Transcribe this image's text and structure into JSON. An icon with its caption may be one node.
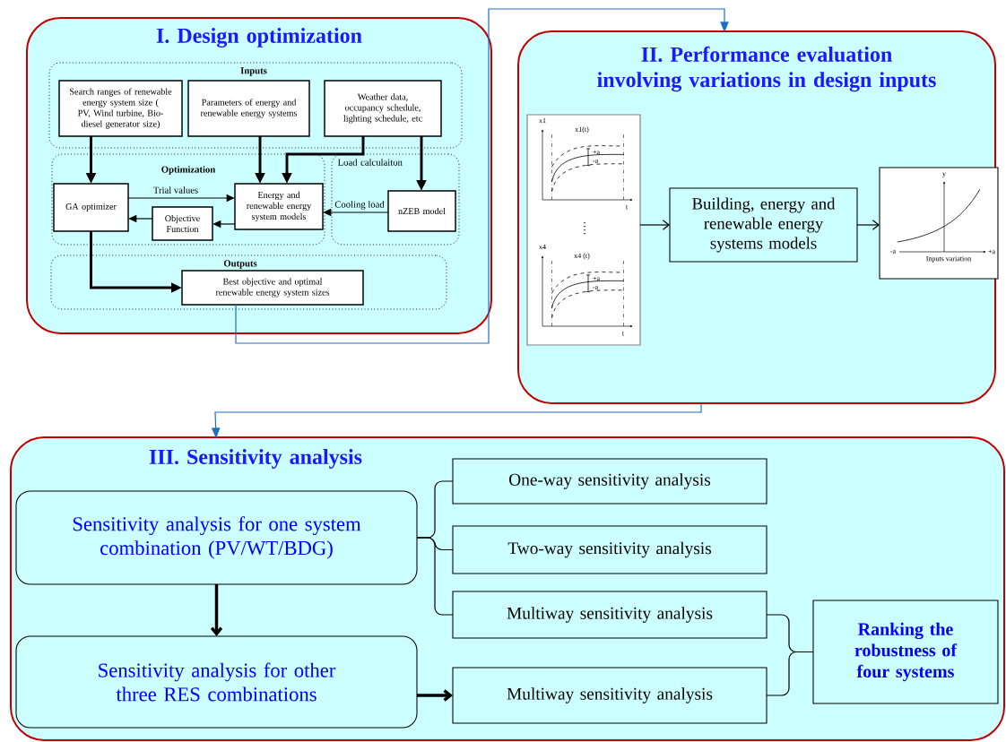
{
  "diagram": {
    "nodes": [
      {
        "text": [
          "I. Design optimization"
        ]
      },
      {
        "text": [
          "Inputs"
        ],
        "in": 0
      },
      {
        "text": [
          "Search ranges of renewable energy system size ( PV, Wind turbine, Bio-diesel generator size)"
        ],
        "in": 1
      },
      {
        "text": [
          "Parameters of energy and renewable energy systems"
        ],
        "in": 1
      },
      {
        "text": [
          "Weather data, occupancy schedule, lighting schedule, etc"
        ],
        "in": 1
      },
      {
        "text": [
          "Optimization"
        ],
        "in": 0
      },
      {
        "text": [
          "GA optimizer"
        ],
        "in": 5
      },
      {
        "text": [
          "Objective Function"
        ],
        "in": 5
      },
      {
        "text": [
          "Energy and renewable energy system models"
        ],
        "in": 5
      },
      {
        "text": [
          "Load calculaiton"
        ],
        "in": 0
      },
      {
        "text": [
          "nZEB model"
        ],
        "in": 9
      },
      {
        "text": [
          "Outputs"
        ],
        "in": 0
      },
      {
        "text": [
          "Best objective and optimal renewable energy system sizes"
        ],
        "in": 11
      },
      {
        "text": [
          "II. Performance evaluation involving variations in design inputs"
        ]
      },
      {
        "text": [],
        "shape": "picture",
        "in": 13
      },
      {
        "text": [
          "Building, energy and renewable energy systems models"
        ],
        "in": 13
      },
      {
        "text": [],
        "shape": "picture",
        "in": 13
      },
      {
        "text": [
          "III. Sensitivity analysis"
        ]
      },
      {
        "text": [
          "Sensitivity analysis for one system combination (PV/WT/BDG)"
        ],
        "in": 17
      },
      {
        "text": [
          "Sensitivity analysis for other three RES combinations"
        ],
        "in": 17
      },
      {
        "text": [
          "One-way sensitivity analysis"
        ],
        "in": 17
      },
      {
        "text": [
          "Two-way sensitivity analysis"
        ],
        "in": 17
      },
      {
        "text": [
          "Multiway sensitivity analysis"
        ],
        "in": 17
      },
      {
        "text": [
          "Multiway sensitivity analysis"
        ],
        "in": 17
      },
      {
        "text": [
          "Ranking the robustness of four systems"
        ],
        "in": 17
      }
    ],
    "edges": [
      {
        "from": 2,
        "to": 6,
        "arrow": "to",
        "style": "thick"
      },
      {
        "from": 3,
        "to": 8,
        "arrow": "to",
        "style": "thick"
      },
      {
        "from": 4,
        "to": 8,
        "arrow": "to",
        "style": "thick"
      },
      {
        "from": 4,
        "to": 10,
        "arrow": "to",
        "style": "thick"
      },
      {
        "from": 6,
        "to": 8,
        "arrow": "to",
        "label": "Trial values"
      },
      {
        "from": 8,
        "to": 7,
        "arrow": "to"
      },
      {
        "from": 7,
        "to": 6,
        "arrow": "to"
      },
      {
        "from": 10,
        "to": 8,
        "arrow": "to",
        "label": "Cooling load"
      },
      {
        "from": 6,
        "to": 12,
        "arrow": "to",
        "style": "thick"
      },
      {
        "from": 12,
        "to": 13,
        "arrow": "to",
        "color": "#1f6fc0"
      },
      {
        "from": 13,
        "to": 17,
        "arrow": "to",
        "color": "#1f6fc0"
      },
      {
        "from": 14,
        "to": 15,
        "arrow": "to"
      },
      {
        "from": 15,
        "to": 16,
        "arrow": "to"
      },
      {
        "from": 18,
        "to": 19,
        "arrow": "to",
        "style": "thick"
      },
      {
        "from": 19,
        "to": 23,
        "arrow": "to",
        "style": "thick"
      },
      {
        "from": 18,
        "to": 20,
        "arrow": "none"
      },
      {
        "from": 18,
        "to": 21,
        "arrow": "none"
      },
      {
        "from": 18,
        "to": 22,
        "arrow": "none"
      },
      {
        "from": 22,
        "to": 24,
        "arrow": "none"
      },
      {
        "from": 23,
        "to": 24,
        "arrow": "none"
      }
    ],
    "labels": [
      "x1",
      "x1(t)",
      "+a",
      "-a",
      "t",
      "x4",
      "x4 (t)",
      "+a",
      "-a",
      "t",
      "y",
      "-a",
      "+a",
      "Inputs variation"
    ]
  }
}
